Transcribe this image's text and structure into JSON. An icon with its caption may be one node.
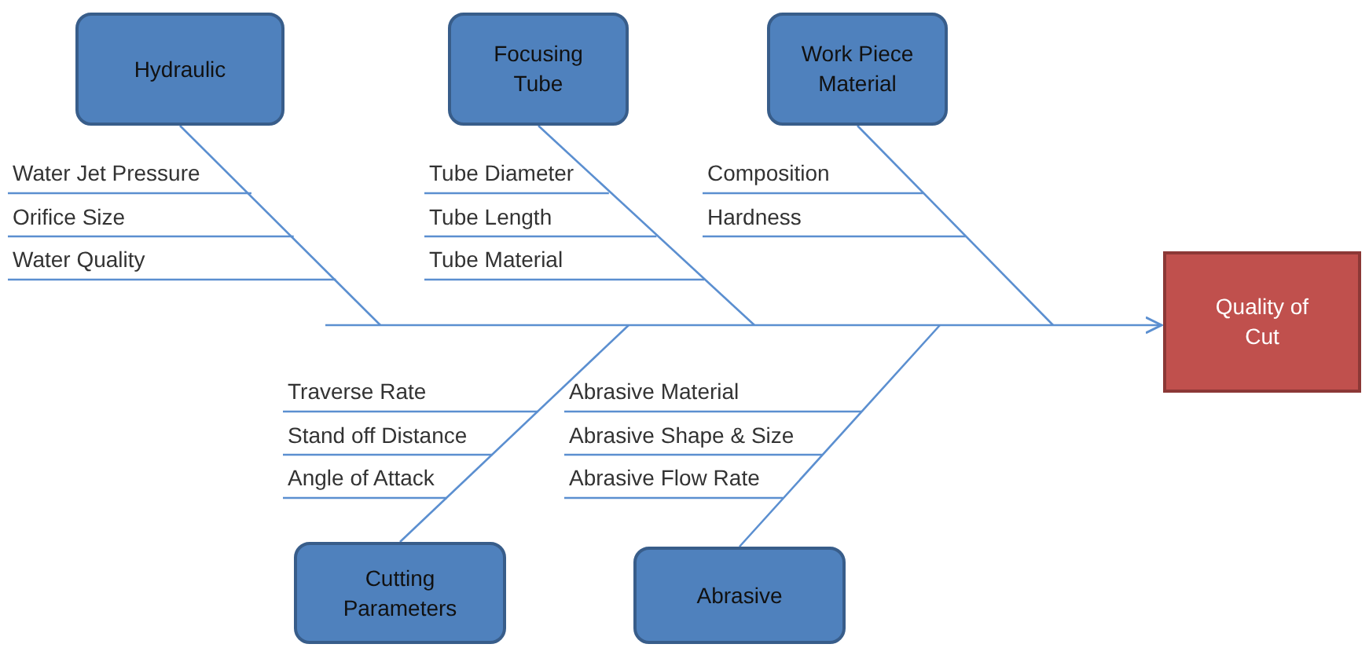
{
  "diagram": {
    "nodes": [
      {
        "text": [
          "Hydraulic"
        ]
      },
      {
        "text": [
          "Focusing Tube"
        ]
      },
      {
        "text": [
          "Work Piece Material"
        ]
      },
      {
        "text": [
          "Quality of Cut"
        ]
      },
      {
        "text": [
          "Cutting Parameters"
        ]
      },
      {
        "text": [
          "Abrasive"
        ]
      }
    ],
    "edges": [
      {
        "from": 0,
        "to": null,
        "arrow": "none"
      },
      {
        "from": 1,
        "to": null,
        "arrow": "none"
      },
      {
        "from": 2,
        "to": null,
        "arrow": "none"
      },
      {
        "from": 4,
        "to": null,
        "arrow": "none"
      },
      {
        "from": 5,
        "to": null,
        "arrow": "none"
      },
      {
        "from": null,
        "to": 3,
        "arrow": "to"
      }
    ],
    "labels": [
      "Water Jet Pressure",
      "Tube Diameter",
      "Composition",
      "Orifice Size",
      "Tube Length",
      "Hardness",
      "Water Quality",
      "Tube Material",
      "Traverse Rate",
      "Abrasive Material",
      "Stand off Distance",
      "Abrasive Shape & Size",
      "Angle of Attack",
      "Abrasive Flow Rate"
    ]
  }
}
